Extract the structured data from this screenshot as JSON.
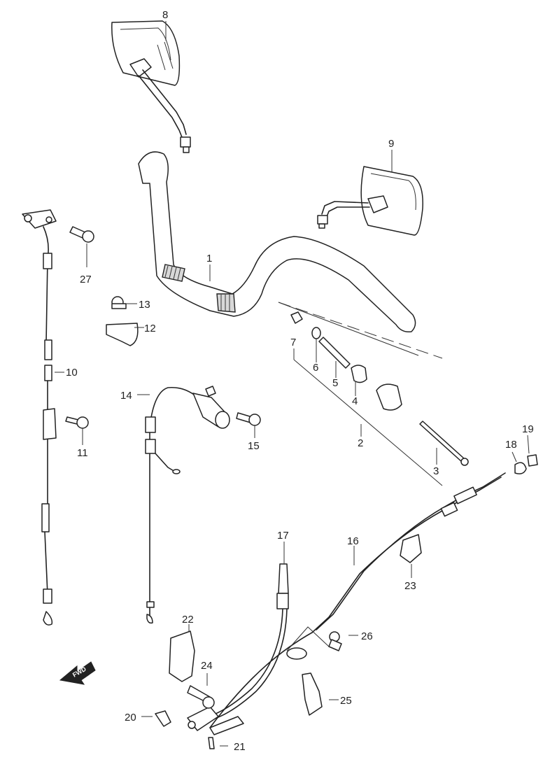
{
  "callouts": [
    {
      "id": "1",
      "label": "1"
    },
    {
      "id": "2",
      "label": "2"
    },
    {
      "id": "3",
      "label": "3"
    },
    {
      "id": "4",
      "label": "4"
    },
    {
      "id": "5",
      "label": "5"
    },
    {
      "id": "6",
      "label": "6"
    },
    {
      "id": "7",
      "label": "7"
    },
    {
      "id": "8",
      "label": "8"
    },
    {
      "id": "9",
      "label": "9"
    },
    {
      "id": "10",
      "label": "10"
    },
    {
      "id": "11",
      "label": "11"
    },
    {
      "id": "12",
      "label": "12"
    },
    {
      "id": "13",
      "label": "13"
    },
    {
      "id": "14",
      "label": "14"
    },
    {
      "id": "15",
      "label": "15"
    },
    {
      "id": "16",
      "label": "16"
    },
    {
      "id": "17",
      "label": "17"
    },
    {
      "id": "18",
      "label": "18"
    },
    {
      "id": "19",
      "label": "19"
    },
    {
      "id": "20",
      "label": "20"
    },
    {
      "id": "21",
      "label": "21"
    },
    {
      "id": "22",
      "label": "22"
    },
    {
      "id": "23",
      "label": "23"
    },
    {
      "id": "24",
      "label": "24"
    },
    {
      "id": "25",
      "label": "25"
    },
    {
      "id": "26",
      "label": "26"
    },
    {
      "id": "27",
      "label": "27"
    }
  ],
  "fwd_badge": "FWD"
}
